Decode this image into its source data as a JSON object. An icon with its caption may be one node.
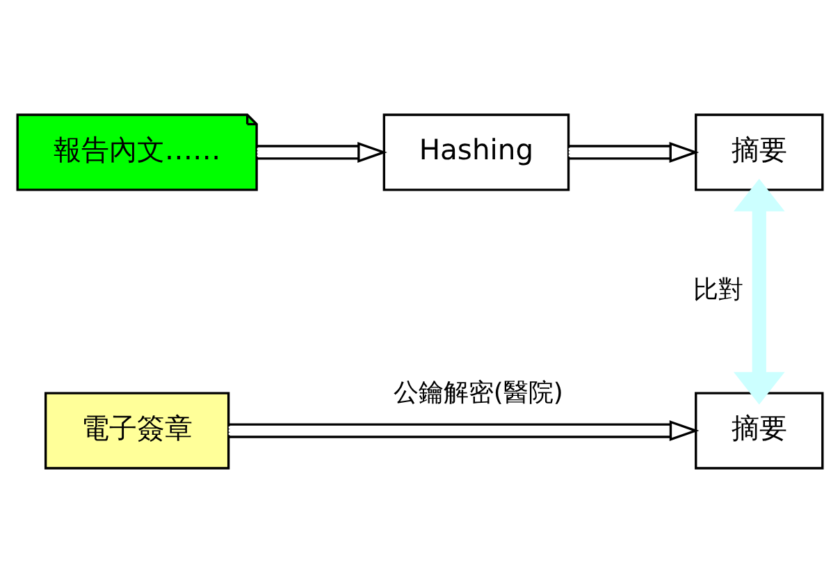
{
  "diagram": {
    "nodes": [
      {
        "text": [
          "報告內文……"
        ]
      },
      {
        "text": [
          "Hashing"
        ]
      },
      {
        "text": [
          "摘要"
        ]
      },
      {
        "text": [
          "摘要"
        ]
      },
      {
        "text": [
          "電子簽章"
        ]
      }
    ],
    "edges": [
      {
        "from": 0,
        "to": 1,
        "arrow": "to"
      },
      {
        "from": 1,
        "to": 2,
        "arrow": "to"
      },
      {
        "from": 2,
        "to": 3,
        "arrow": "both",
        "label": "比對",
        "style": "thick",
        "color": "#ccffff"
      },
      {
        "from": 4,
        "to": 3,
        "arrow": "to",
        "label": "公鑰解密(醫院)"
      }
    ]
  }
}
